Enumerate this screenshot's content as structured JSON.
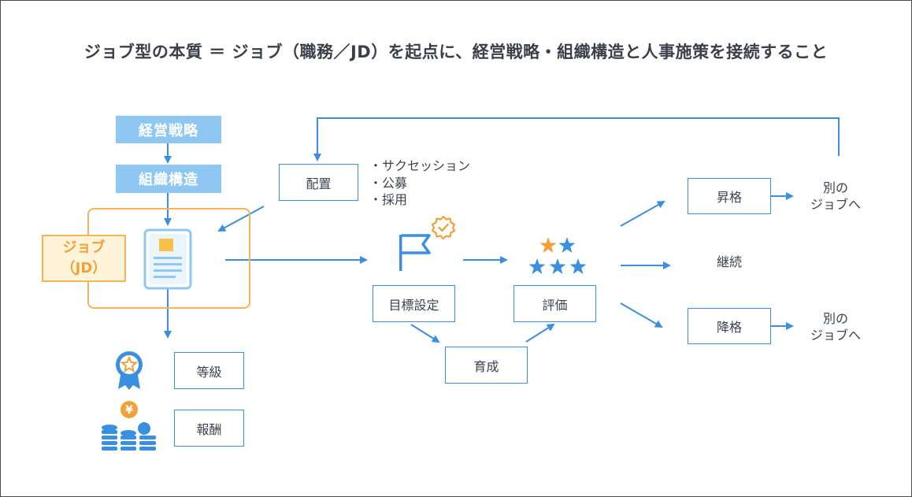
{
  "title": "ジョブ型の本質 ＝ ジョブ（職務／JD）を起点に、経営戦略・組織構造と人事施策を接続すること",
  "strategy": "経営戦略",
  "structure": "組織構造",
  "job": {
    "line1": "ジョブ",
    "line2": "（JD）"
  },
  "grade": "等級",
  "compensation": "報酬",
  "placement": "配置",
  "placement_bullets": [
    "・サクセッション",
    "・公募",
    "・採用"
  ],
  "goal_setting": "目標設定",
  "development": "育成",
  "evaluation": "評価",
  "promotion": "昇格",
  "continuation": "継続",
  "demotion": "降格",
  "other_job_1": {
    "line1": "別の",
    "line2": "ジョブへ"
  },
  "other_job_2": {
    "line1": "別の",
    "line2": "ジョブへ"
  },
  "colors": {
    "blue": "#3b8fe0",
    "light_blue": "#8ec8f2",
    "orange": "#f5b35a",
    "gold": "#f0a23a",
    "text": "#3a4250"
  },
  "icons": [
    "document-icon",
    "flag-icon",
    "badge-check-icon",
    "stars-icon",
    "award-medal-icon",
    "coins-yen-icon"
  ]
}
